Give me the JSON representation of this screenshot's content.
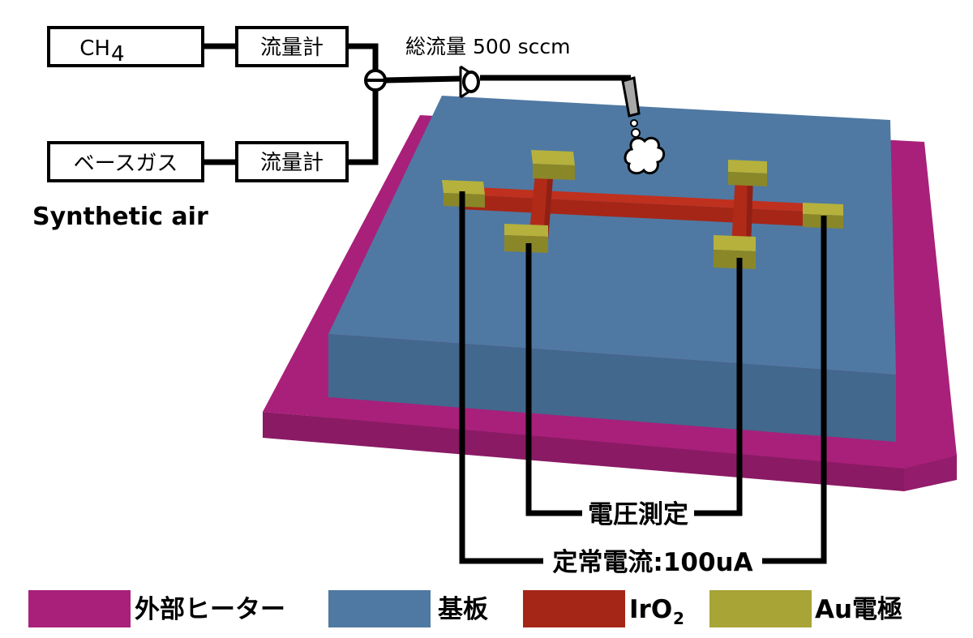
{
  "gas_supply": {
    "ch4": {
      "label": "CH",
      "subscript": "4"
    },
    "base_gas": {
      "label": "ベースガス"
    },
    "base_gas_caption": "Synthetic air",
    "flow_meter_1": "流量計",
    "flow_meter_2": "流量計",
    "total_flow": "総流量 500 sccm"
  },
  "measurement": {
    "voltage_label": "電圧測定",
    "current_label": "定常電流:100uA"
  },
  "legend": [
    {
      "label": "外部ヒーター",
      "color": "#a8207a"
    },
    {
      "label": "基板",
      "color": "#4f79a3"
    },
    {
      "label": "IrO",
      "subscript": "2",
      "color": "#a52616"
    },
    {
      "label": "Au電極",
      "color": "#a8a436"
    }
  ],
  "colors": {
    "heater_top": "#a8207a",
    "heater_front": "#8a1a64",
    "heater_side": "#931c6c",
    "substrate_top": "#4f79a3",
    "substrate_front": "#42688d",
    "substrate_side": "#466f98",
    "iro2": "#c0301e",
    "iro2_dark": "#8f2013",
    "au": "#b5b13c",
    "au_dark": "#8a8729"
  }
}
